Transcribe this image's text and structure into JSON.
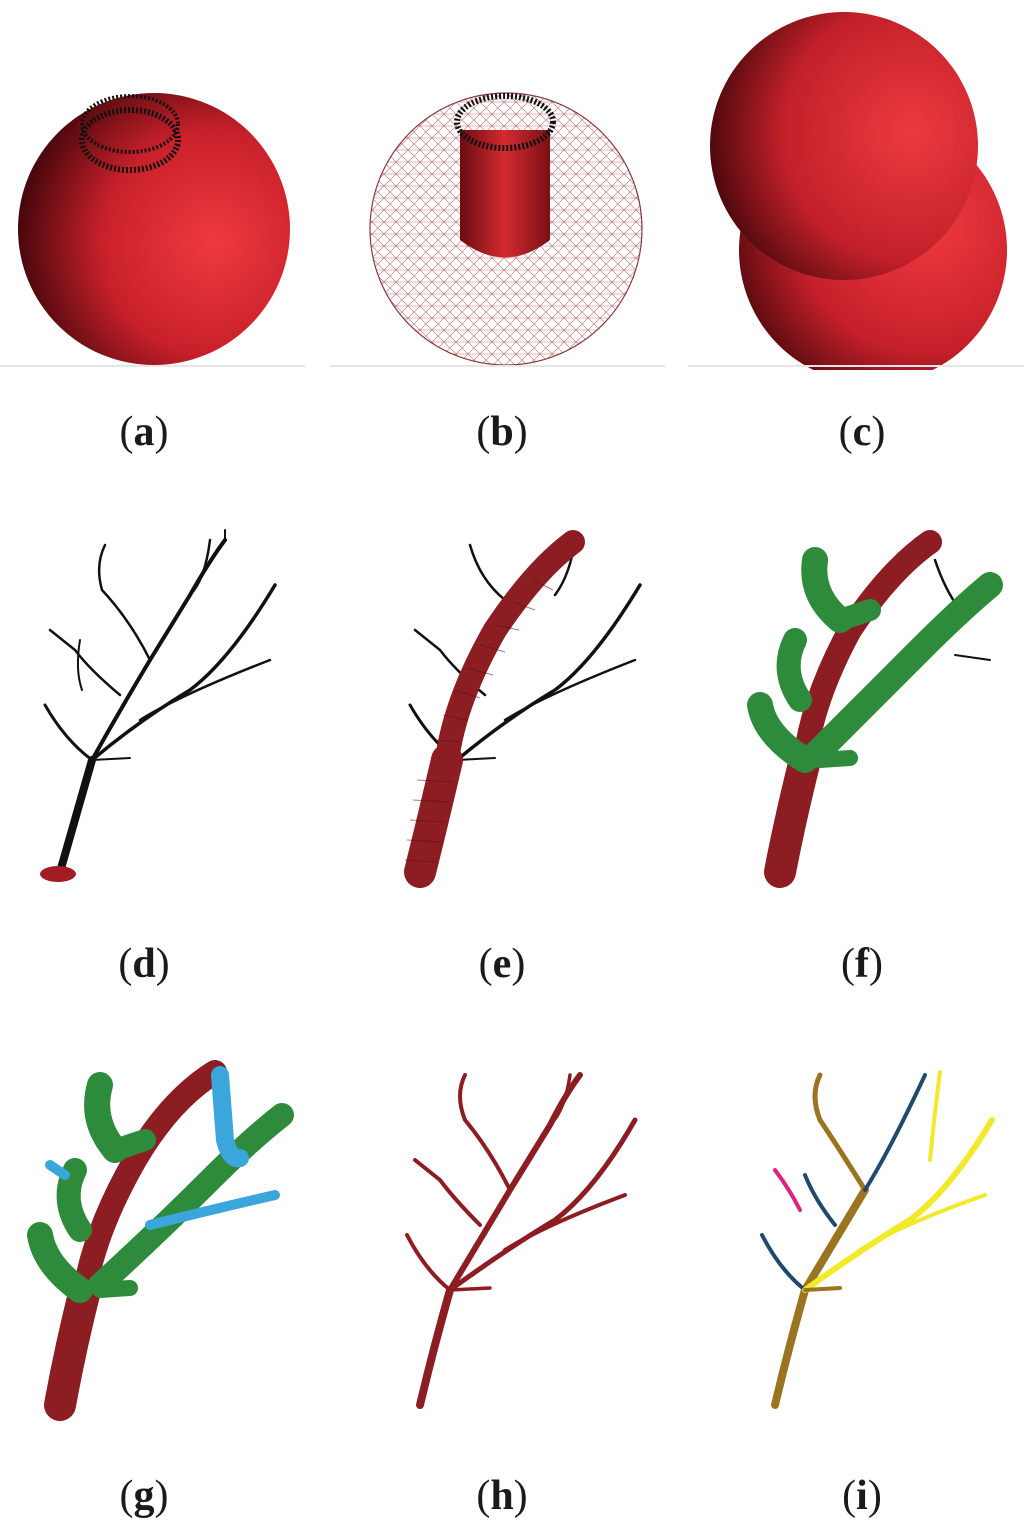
{
  "figure": {
    "panels": [
      {
        "id": "a",
        "label": "a"
      },
      {
        "id": "b",
        "label": "b"
      },
      {
        "id": "c",
        "label": "c"
      },
      {
        "id": "d",
        "label": "d"
      },
      {
        "id": "e",
        "label": "e"
      },
      {
        "id": "f",
        "label": "f"
      },
      {
        "id": "g",
        "label": "g"
      },
      {
        "id": "h",
        "label": "h"
      },
      {
        "id": "i",
        "label": "i"
      }
    ],
    "colors": {
      "sphere_red": "#d42a30",
      "vessel_red": "#8c1d22",
      "skeleton_black": "#111111",
      "branch_green": "#2e8b3c",
      "branch_blue": "#3aa6dc",
      "label_olive": "#9a7420",
      "label_navy": "#1f4a6e",
      "label_yellow": "#f2e92a",
      "label_magenta": "#e0247e"
    }
  }
}
